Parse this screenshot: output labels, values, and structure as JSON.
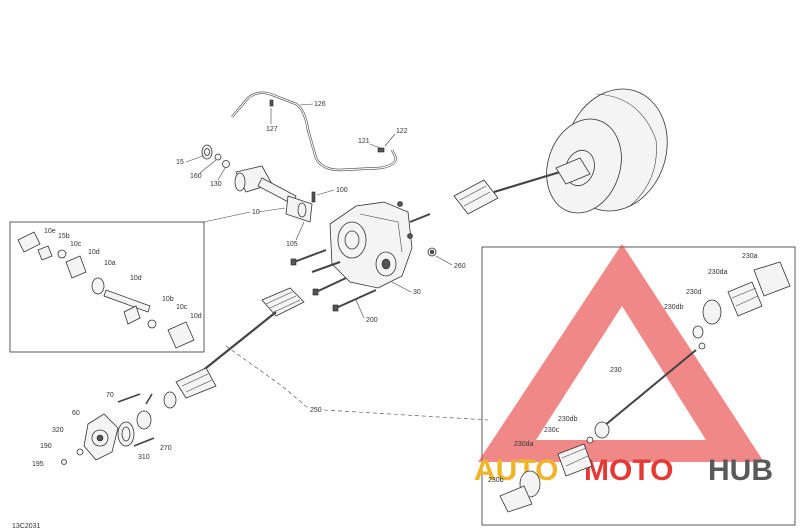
{
  "labels": {
    "l126": "126",
    "l127": "127",
    "l121": "121",
    "l122": "122",
    "l15": "15",
    "l160": "160",
    "l130": "130",
    "l100": "100",
    "l10": "10",
    "l105": "105",
    "l260": "260",
    "l30": "30",
    "l200": "200",
    "l10e": "10e",
    "l15b": "15b",
    "l10c_a": "10c",
    "l10d_a": "10d",
    "l10a": "10a",
    "l10d_b": "10d",
    "l10b": "10b",
    "l10c_b": "10c",
    "l10d_c": "10d",
    "l250": "250",
    "l70": "70",
    "l60": "60",
    "l320": "320",
    "l190": "190",
    "l195": "195",
    "l310": "310",
    "l270": "270",
    "l230a": "230a",
    "l230da": "230da",
    "l230d": "230d",
    "l230db": "230db",
    "l230": "230",
    "l230db2": "230db",
    "l230c": "230c",
    "l230da2": "230da",
    "l230b": "230b"
  },
  "code": "13C2031",
  "watermark": {
    "part1": "AUTO",
    "part2": "MOTO",
    "part3": "HUB",
    "color_red": "#e53935",
    "color_gold": "#f0b429",
    "color_grey": "#5a5a5a"
  }
}
